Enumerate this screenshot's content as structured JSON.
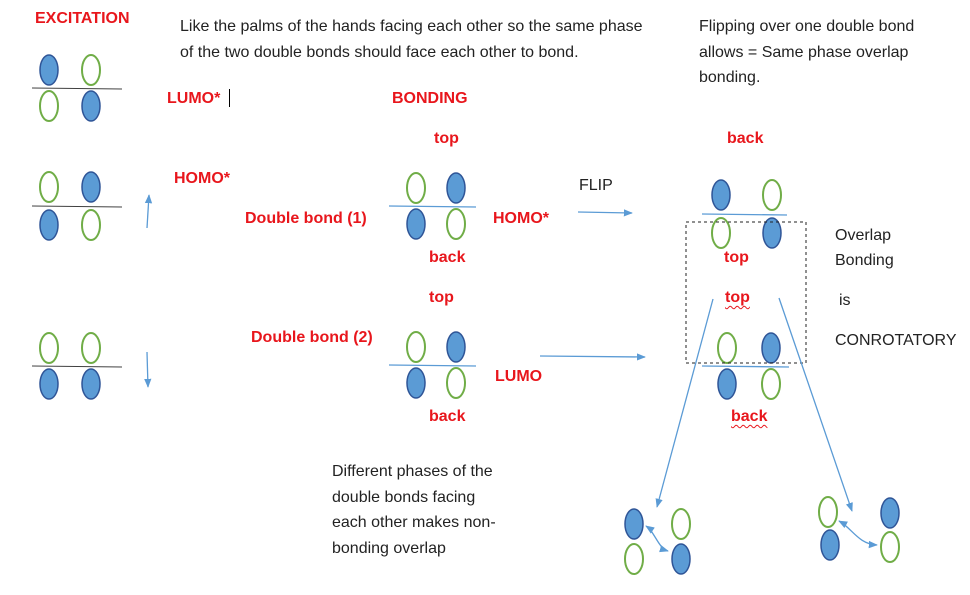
{
  "colors": {
    "orbital_fill": "#5b9bd5",
    "orbital_stroke": "#2f5597",
    "orbital_empty_stroke": "#70ad47",
    "label_red": "#e8161c",
    "arrow": "#5b9bd5"
  },
  "labels": {
    "excitation": "EXCITATION",
    "lumo_star": "LUMO*",
    "homo_star_left": "HOMO*",
    "bonding": "BONDING",
    "top_1": "top",
    "back_1": "back",
    "top_2": "top",
    "back_2": "back",
    "double_bond_1": "Double bond (1)",
    "double_bond_2": "Double bond (2)",
    "homo_star_mid": "HOMO*",
    "lumo": "LUMO",
    "flip": "FLIP",
    "back_right": "back",
    "top_right_1": "top",
    "top_right_2": "top",
    "back_right_2": "back",
    "overlap": "Overlap",
    "bonding_word": "Bonding",
    "is": "is",
    "conrotatory": "CONROTATORY"
  },
  "notes": {
    "palms": "Like the palms of the hands facing each other so the same phase\nof the two double bonds should face each other to bond.",
    "flipping": "Flipping over one double bond\nallows = Same phase overlap\nbonding.",
    "different_phases": "Different phases of the\ndouble bonds facing\neach other makes non-\nbonding overlap"
  }
}
